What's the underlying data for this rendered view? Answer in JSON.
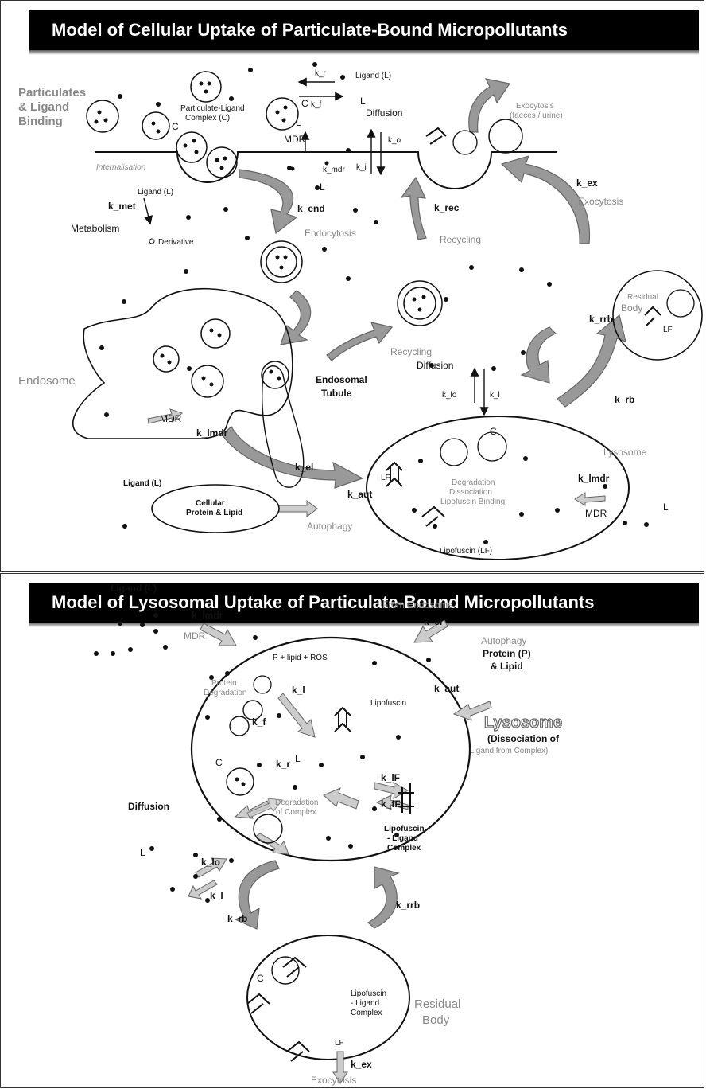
{
  "panel1": {
    "title": "Model of Cellular Uptake of Particulate-Bound Micropollutants",
    "particulates": "Particulates",
    "ligand_binding": "& Ligand",
    "binding": "Binding",
    "c": "C",
    "k_r": "k_r",
    "k_f": "k_f",
    "ligand_l": "Ligand (L)",
    "complex_1": "Particulate-Ligand",
    "complex_2": "Complex (C)",
    "l": "L",
    "diffusion": "Diffusion",
    "k_o": "k_o",
    "k_i": "k_i",
    "mdr": "MDR",
    "k_mdr": "k_mdr",
    "internalisation": "Internalisation",
    "exocytosis_top_1": "Exocytosis",
    "exocytosis_top_2": "(faeces / urine)",
    "k_ex": "k_ex",
    "exocytosis": "Exocytosis",
    "k_met": "k_met",
    "metabolism": "Metabolism",
    "derivative": "Derivative",
    "k_end": "k_end",
    "endocytosis": "Endocytosis",
    "k_rec": "k_rec",
    "recycling": "Recycling",
    "residual_body_1": "Residual",
    "residual_body_2": "Body",
    "lf": "LF",
    "k_rrb": "k_rrb",
    "k_rb": "k_rb",
    "endosome": "Endosome",
    "endosomal_1": "Endosomal",
    "endosomal_2": "Tubule",
    "k_lmdr": "k_lmdr",
    "k_el": "k_el",
    "k_lo": "k_lo",
    "k_l": "k_l",
    "lysosome": "Lysosome",
    "degradation_1": "Degradation",
    "degradation_2": "Dissociation",
    "degradation_3": "Lipofuscin Binding",
    "cellular_1": "Cellular",
    "cellular_2": "Protein & Lipid",
    "autophagy": "Autophagy",
    "k_aut": "k_aut",
    "lipofuscin": "Lipofuscin (LF)"
  },
  "panel2": {
    "title": "Model of Lysosomal Uptake of Particulate-Bound Micropollutants",
    "ligand_l": "Ligand (L)",
    "k_lmdr": "k_lmdr",
    "mdr": "MDR",
    "from_endosome": "From Endosome",
    "k_el": "k_el",
    "ros": "P + lipid + ROS",
    "protein_deg_1": "Protein",
    "protein_deg_2": "Degradation",
    "k_l": "k_l",
    "k_f": "k_f",
    "lipofuscin": "Lipofuscin",
    "k_aut": "k_aut",
    "autophagy": "Autophagy",
    "protein_p": "Protein (P)",
    "lipid": "& Lipid",
    "lysosome": "Lysosome",
    "dissoc_1": "(Dissociation of",
    "dissoc_2": "Ligand from Complex)",
    "k_lF": "k_lF",
    "k_fF": "k_fF",
    "lf_complex_1": "Lipofuscin",
    "lf_complex_2": "- Ligand",
    "lf_complex_3": "Complex",
    "c": "C",
    "l": "L",
    "k_r": "k_r",
    "deg_complex_1": "Degradation",
    "deg_complex_2": "of Complex",
    "diffusion": "Diffusion",
    "k_lo": "k_lo",
    "k_li": "k_l",
    "k_rb": "k_rb",
    "k_rrb": "k_rrb",
    "residual_1": "Residual",
    "residual_2": "Body",
    "lf_c_1": "Lipofuscin",
    "lf_c_2": "- Ligand",
    "lf_c_3": "Complex",
    "lf": "LF",
    "k_ex": "k_ex",
    "exocytosis": "Exocytosis"
  }
}
